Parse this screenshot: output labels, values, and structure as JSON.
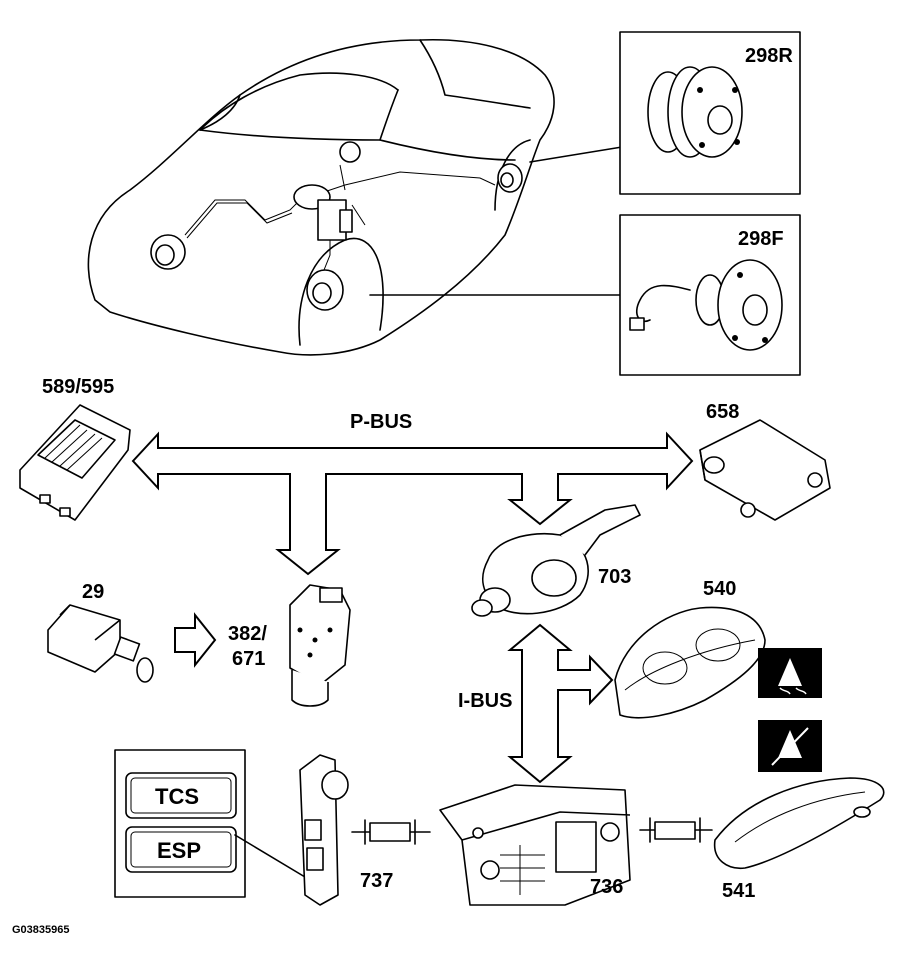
{
  "labels": {
    "sensor_rear": "298R",
    "sensor_front": "298F",
    "module_589_595": "589/595",
    "airbag_module": "658",
    "p_bus": "P-BUS",
    "brake_switch": "29",
    "abs_unit_top": "382/",
    "abs_unit_bottom": "671",
    "steering_module": "703",
    "instrument_cluster": "540",
    "i_bus": "I-BUS",
    "switch_module": "737",
    "climate_panel": "736",
    "display_unit": "541",
    "figure_code": "G03835965"
  },
  "buttons": {
    "tcs": "TCS",
    "esp": "ESP"
  },
  "icons": {
    "warning_on": "skid-car-icon",
    "warning_off": "skid-car-off-icon"
  },
  "colors": {
    "line": "#000000",
    "background": "#ffffff",
    "icon_background": "#000000"
  }
}
